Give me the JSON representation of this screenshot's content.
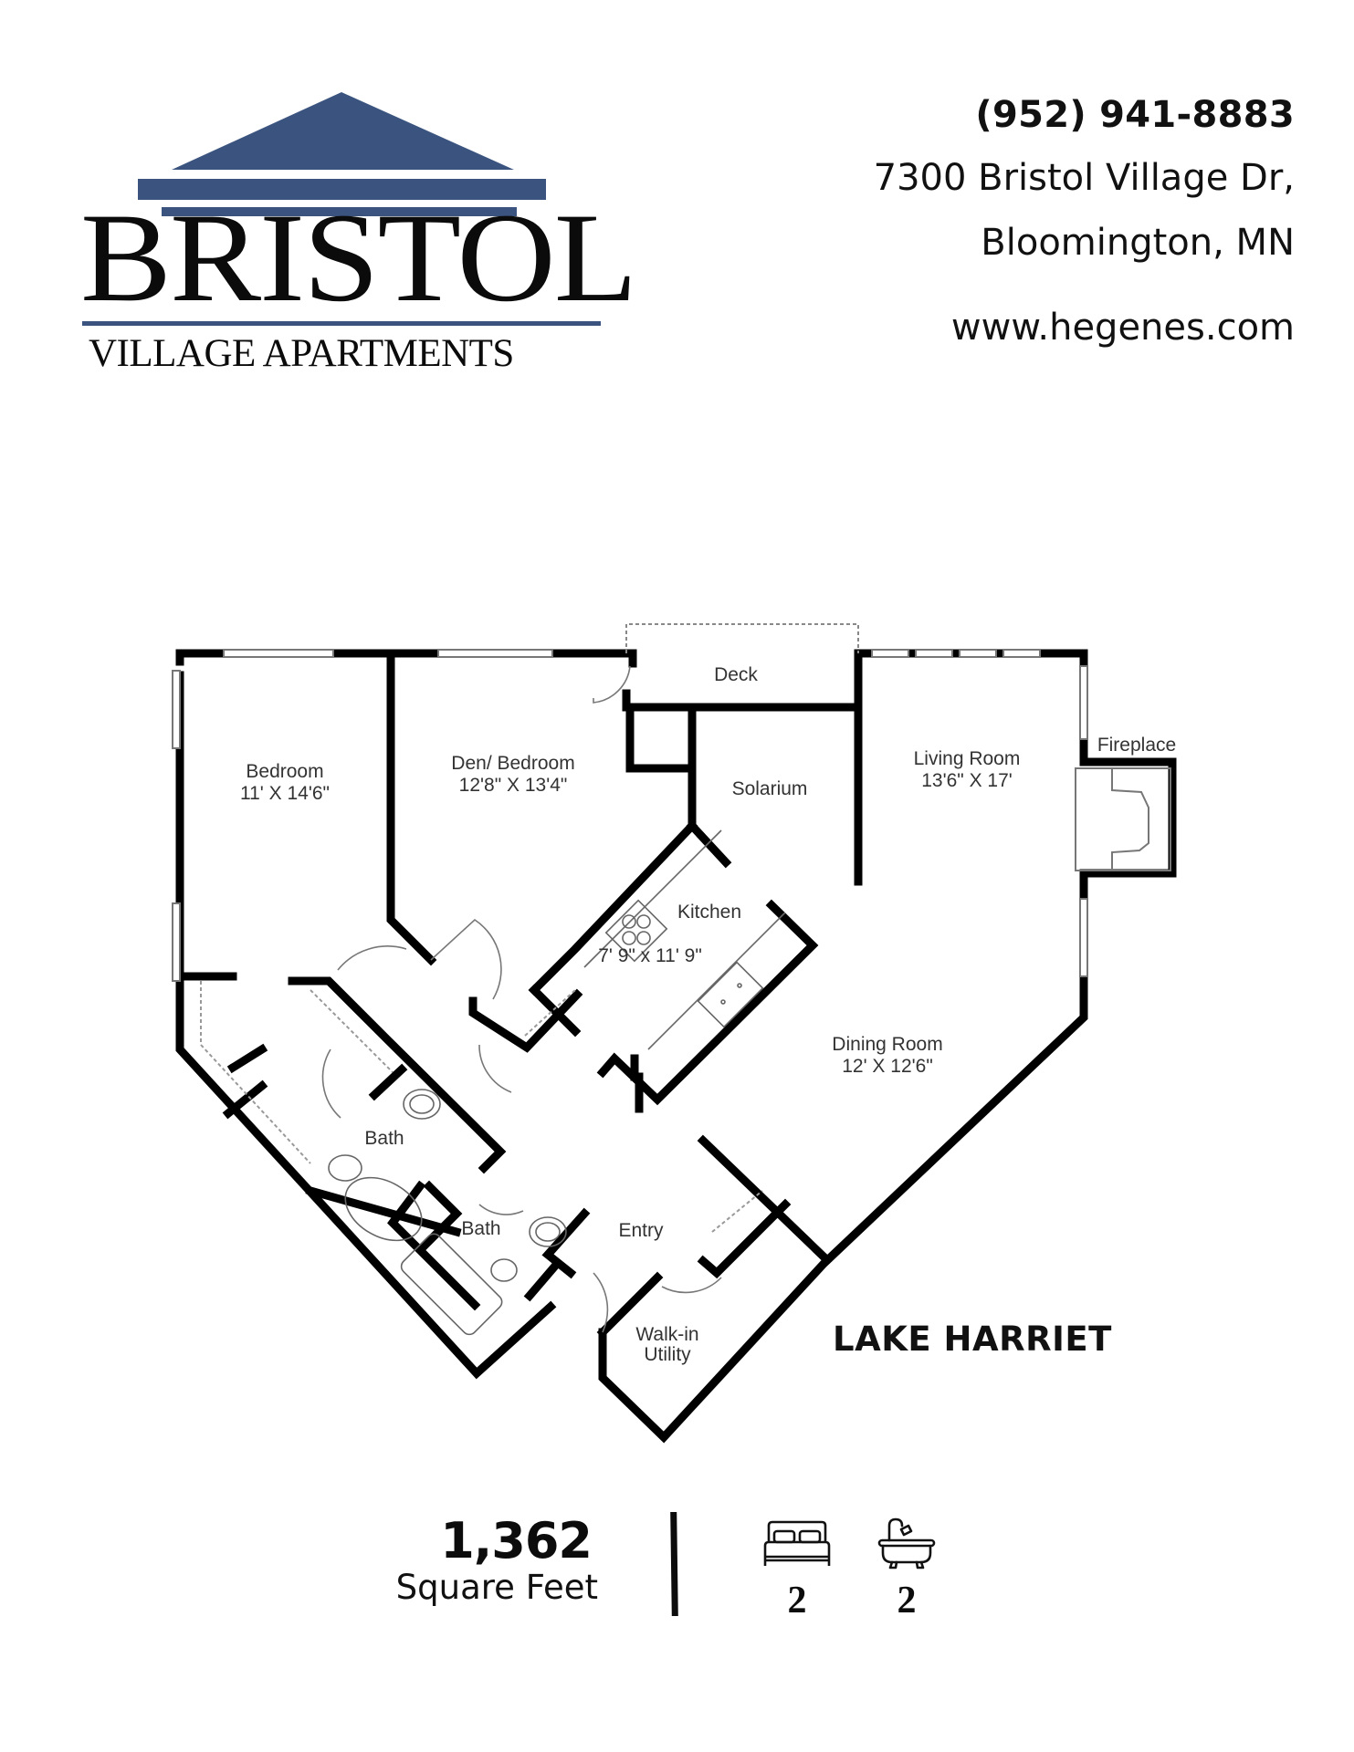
{
  "brand": {
    "name": "BRISTOL",
    "subtitle": "VILLAGE APARTMENTS",
    "logo_color": "#3b547f",
    "logo_icon": "building-roof-icon"
  },
  "contact": {
    "phone": "(952) 941-8883",
    "address_line1": "7300 Bristol Village Dr,",
    "address_line2": "Bloomington, MN",
    "website": "www.hegenes.com"
  },
  "floor_plan": {
    "name": "LAKE HARRIET",
    "rooms": [
      {
        "name": "Bedroom",
        "dimensions": "11' X 14'6\""
      },
      {
        "name": "Den/ Bedroom",
        "dimensions": "12'8\" X 13'4\""
      },
      {
        "name": "Deck",
        "dimensions": ""
      },
      {
        "name": "Solarium",
        "dimensions": ""
      },
      {
        "name": "Living Room",
        "dimensions": "13'6\" X 17'"
      },
      {
        "name": "Fireplace",
        "dimensions": ""
      },
      {
        "name": "Kitchen",
        "dimensions": "7' 9\" x 11' 9\""
      },
      {
        "name": "Dining Room",
        "dimensions": "12' X 12'6\""
      },
      {
        "name": "Bath",
        "dimensions": ""
      },
      {
        "name": "Bath",
        "dimensions": ""
      },
      {
        "name": "Entry",
        "dimensions": ""
      },
      {
        "name": "Walk-in",
        "dimensions": "Utility"
      }
    ]
  },
  "stats": {
    "square_feet": "1,362",
    "square_feet_label": "Square Feet",
    "bedrooms": "2",
    "bedrooms_icon": "bed-icon",
    "bathrooms": "2",
    "bathrooms_icon": "bathtub-icon"
  }
}
